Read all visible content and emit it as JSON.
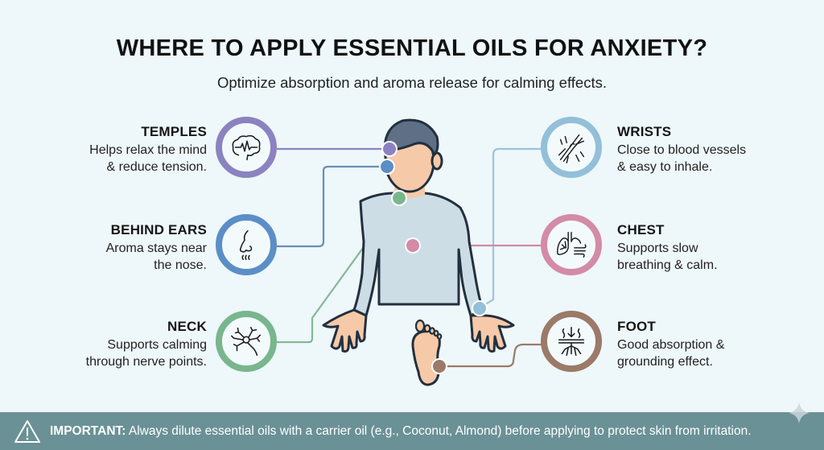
{
  "header": {
    "title": "WHERE TO APPLY ESSENTIAL OILS FOR ANXIETY?",
    "subtitle": "Optimize absorption and aroma release for calming effects."
  },
  "points": [
    {
      "id": "temples",
      "title": "TEMPLES",
      "desc_line1": "Helps relax the mind",
      "desc_line2": "& reduce tension.",
      "icon": "brain-pulse-icon",
      "color": "#8b83c0",
      "side": "left"
    },
    {
      "id": "behind-ears",
      "title": "BEHIND EARS",
      "desc_line1": "Aroma stays near",
      "desc_line2": "the nose.",
      "icon": "nose-aroma-icon",
      "color": "#5b8ec6",
      "side": "left"
    },
    {
      "id": "neck",
      "title": "NECK",
      "desc_line1": "Supports calming",
      "desc_line2": "through nerve points.",
      "icon": "neuron-icon",
      "color": "#79b68e",
      "side": "left"
    },
    {
      "id": "wrists",
      "title": "WRISTS",
      "desc_line1": "Close to blood vessels",
      "desc_line2": "& easy to inhale.",
      "icon": "blood-vessels-icon",
      "color": "#93bfd8",
      "side": "right"
    },
    {
      "id": "chest",
      "title": "CHEST",
      "desc_line1": "Supports slow",
      "desc_line2": "breathing & calm.",
      "icon": "lungs-breath-icon",
      "color": "#d38ba6",
      "side": "right"
    },
    {
      "id": "foot",
      "title": "FOOT",
      "desc_line1": "Good absorption &",
      "desc_line2": "grounding effect.",
      "icon": "grounding-roots-icon",
      "color": "#9b7a68",
      "side": "right"
    }
  ],
  "figure": {
    "skin_color": "#f6c9a8",
    "hair_color": "#5f6f86",
    "shirt_color": "#ccdde6",
    "outline_color": "#22303f"
  },
  "banner": {
    "icon": "warning-triangle-icon",
    "strong": "IMPORTANT:",
    "text": " Always dilute essential oils with a carrier oil (e.g., Coconut, Almond) before applying to protect skin from irritation.",
    "bg_color": "#6a9196"
  }
}
